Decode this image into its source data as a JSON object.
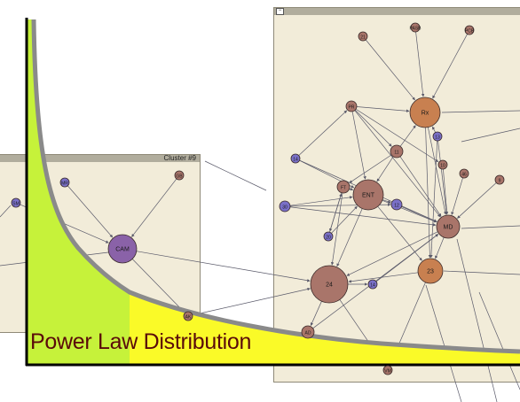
{
  "caption": "Power Law Distribution",
  "panel_left": {
    "title": "Cluster #9",
    "collapse_glyph": ""
  },
  "panel_right": {
    "title": "",
    "collapse_glyph": "−"
  },
  "colors": {
    "panel_bg": "#f2ecd9",
    "titlebar": "#b1ad9d",
    "node_brown": "#a9756a",
    "node_orange": "#c88050",
    "node_purple": "#8a62a8",
    "node_blue": "#7a70c8",
    "curve_fill_green": "#c6f23a",
    "curve_fill_yellow": "#fafa28",
    "curve_stroke": "#8a8a8a",
    "axis": "#000000",
    "edge": "#5a5a6a",
    "caption_text": "#5a0a0a"
  },
  "nodes": [
    {
      "id": "n-cam",
      "label": "CAM",
      "kind": "purple"
    },
    {
      "id": "n-mr",
      "label": "MR",
      "kind": "blue"
    },
    {
      "id": "n-sm",
      "label": "SM",
      "kind": "blue"
    },
    {
      "id": "n-gb",
      "label": "GB",
      "kind": "brown"
    },
    {
      "id": "n-ak",
      "label": "AK",
      "kind": "brown"
    },
    {
      "id": "n-ad",
      "label": "AD",
      "kind": "brown"
    },
    {
      "id": "n-21",
      "label": "21",
      "kind": "brown"
    },
    {
      "id": "n-pasb",
      "label": "PASB",
      "kind": "brown"
    },
    {
      "id": "n-pcb",
      "label": "PCB",
      "kind": "brown"
    },
    {
      "id": "n-rx",
      "label": "Rx",
      "kind": "orange"
    },
    {
      "id": "n-pr",
      "label": "PR",
      "kind": "brown"
    },
    {
      "id": "n-11",
      "label": "11",
      "kind": "brown"
    },
    {
      "id": "n-13",
      "label": "13",
      "kind": "blue"
    },
    {
      "id": "n-14",
      "label": "14",
      "kind": "blue"
    },
    {
      "id": "n-10",
      "label": "10",
      "kind": "brown"
    },
    {
      "id": "n-46",
      "label": "46",
      "kind": "brown"
    },
    {
      "id": "n-9",
      "label": "9",
      "kind": "brown"
    },
    {
      "id": "n-ent",
      "label": "ENT",
      "kind": "brown"
    },
    {
      "id": "n-ft",
      "label": "FT",
      "kind": "brown"
    },
    {
      "id": "n-12",
      "label": "12",
      "kind": "blue"
    },
    {
      "id": "n-30",
      "label": "30",
      "kind": "blue"
    },
    {
      "id": "n-md",
      "label": "MD",
      "kind": "brown"
    },
    {
      "id": "n-20",
      "label": "20",
      "kind": "blue"
    },
    {
      "id": "n-23",
      "label": "23",
      "kind": "orange"
    },
    {
      "id": "n-24",
      "label": "24",
      "kind": "brown"
    },
    {
      "id": "n-14b",
      "label": "14",
      "kind": "blue"
    },
    {
      "id": "n-vm",
      "label": "VM",
      "kind": "brown"
    }
  ],
  "edges": [
    [
      "n-mr",
      "n-cam"
    ],
    [
      "n-gb",
      "n-cam"
    ],
    [
      "n-cam",
      "n-ak"
    ],
    [
      "n-sm",
      "n-cam"
    ],
    [
      "n-21",
      "n-rx"
    ],
    [
      "n-pasb",
      "n-rx"
    ],
    [
      "n-pcb",
      "n-rx"
    ],
    [
      "n-pr",
      "n-rx"
    ],
    [
      "n-11",
      "n-rx"
    ],
    [
      "n-13",
      "n-rx"
    ],
    [
      "n-14",
      "n-pr"
    ],
    [
      "n-pr",
      "n-ent"
    ],
    [
      "n-pr",
      "n-11"
    ],
    [
      "n-pr",
      "n-md"
    ],
    [
      "n-pr",
      "n-10"
    ],
    [
      "n-14",
      "n-ent"
    ],
    [
      "n-14",
      "n-md"
    ],
    [
      "n-11",
      "n-ent"
    ],
    [
      "n-11",
      "n-ft"
    ],
    [
      "n-ft",
      "n-ent"
    ],
    [
      "n-ent",
      "n-md"
    ],
    [
      "n-ent",
      "n-12"
    ],
    [
      "n-ent",
      "n-24"
    ],
    [
      "n-ent",
      "n-23"
    ],
    [
      "n-30",
      "n-ent"
    ],
    [
      "n-30",
      "n-md"
    ],
    [
      "n-30",
      "n-12"
    ],
    [
      "n-20",
      "n-ent"
    ],
    [
      "n-20",
      "n-ft"
    ],
    [
      "n-12",
      "n-md"
    ],
    [
      "n-10",
      "n-md"
    ],
    [
      "n-46",
      "n-md"
    ],
    [
      "n-9",
      "n-md"
    ],
    [
      "n-md",
      "n-23"
    ],
    [
      "n-md",
      "n-24"
    ],
    [
      "n-13",
      "n-md"
    ],
    [
      "n-13",
      "n-23"
    ],
    [
      "n-23",
      "n-24"
    ],
    [
      "n-24",
      "n-14b"
    ],
    [
      "n-24",
      "n-ad"
    ],
    [
      "n-24",
      "n-vm"
    ],
    [
      "n-cam",
      "n-24"
    ],
    [
      "n-ak",
      "n-24"
    ],
    [
      "n-ad",
      "n-md"
    ],
    [
      "n-ft",
      "n-24"
    ],
    [
      "n-ft",
      "n-20"
    ],
    [
      "n-11",
      "n-md"
    ],
    [
      "n-14b",
      "n-md"
    ],
    [
      "n-23",
      "n-vm"
    ],
    [
      "n-rx",
      "n-md"
    ],
    [
      "n-rx",
      "n-23"
    ]
  ]
}
